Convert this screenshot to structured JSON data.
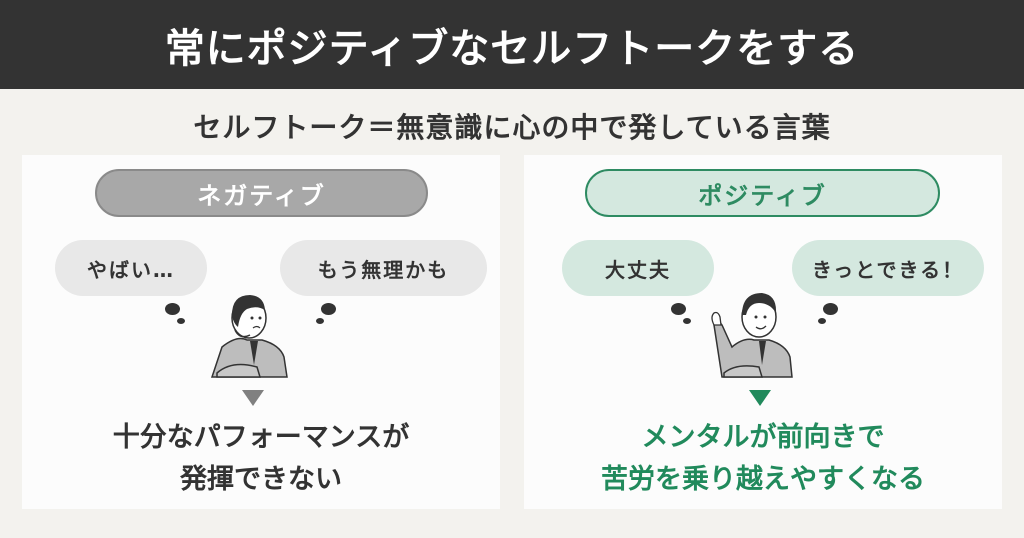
{
  "header": {
    "title": "常にポジティブなセルフトークをする"
  },
  "subtitle": "セルフトーク＝無意識に心の中で発している言葉",
  "colors": {
    "header_bg": "#333333",
    "page_bg": "#f3f2ee",
    "positive_green": "#218a5c",
    "positive_fill": "#d4e8df",
    "negative_gray": "#a8a8a8"
  },
  "negative": {
    "label": "ネガティブ",
    "thoughts": [
      "やばい…",
      "もう無理かも"
    ],
    "figure_icon": "worried-businessman-icon",
    "result_line1": "十分なパフォーマンスが",
    "result_line2": "発揮できない"
  },
  "positive": {
    "label": "ポジティブ",
    "thoughts": [
      "大丈夫",
      "きっとできる！"
    ],
    "figure_icon": "confident-businessman-icon",
    "result_line1": "メンタルが前向きで",
    "result_line2": "苦労を乗り越えやすくなる"
  }
}
